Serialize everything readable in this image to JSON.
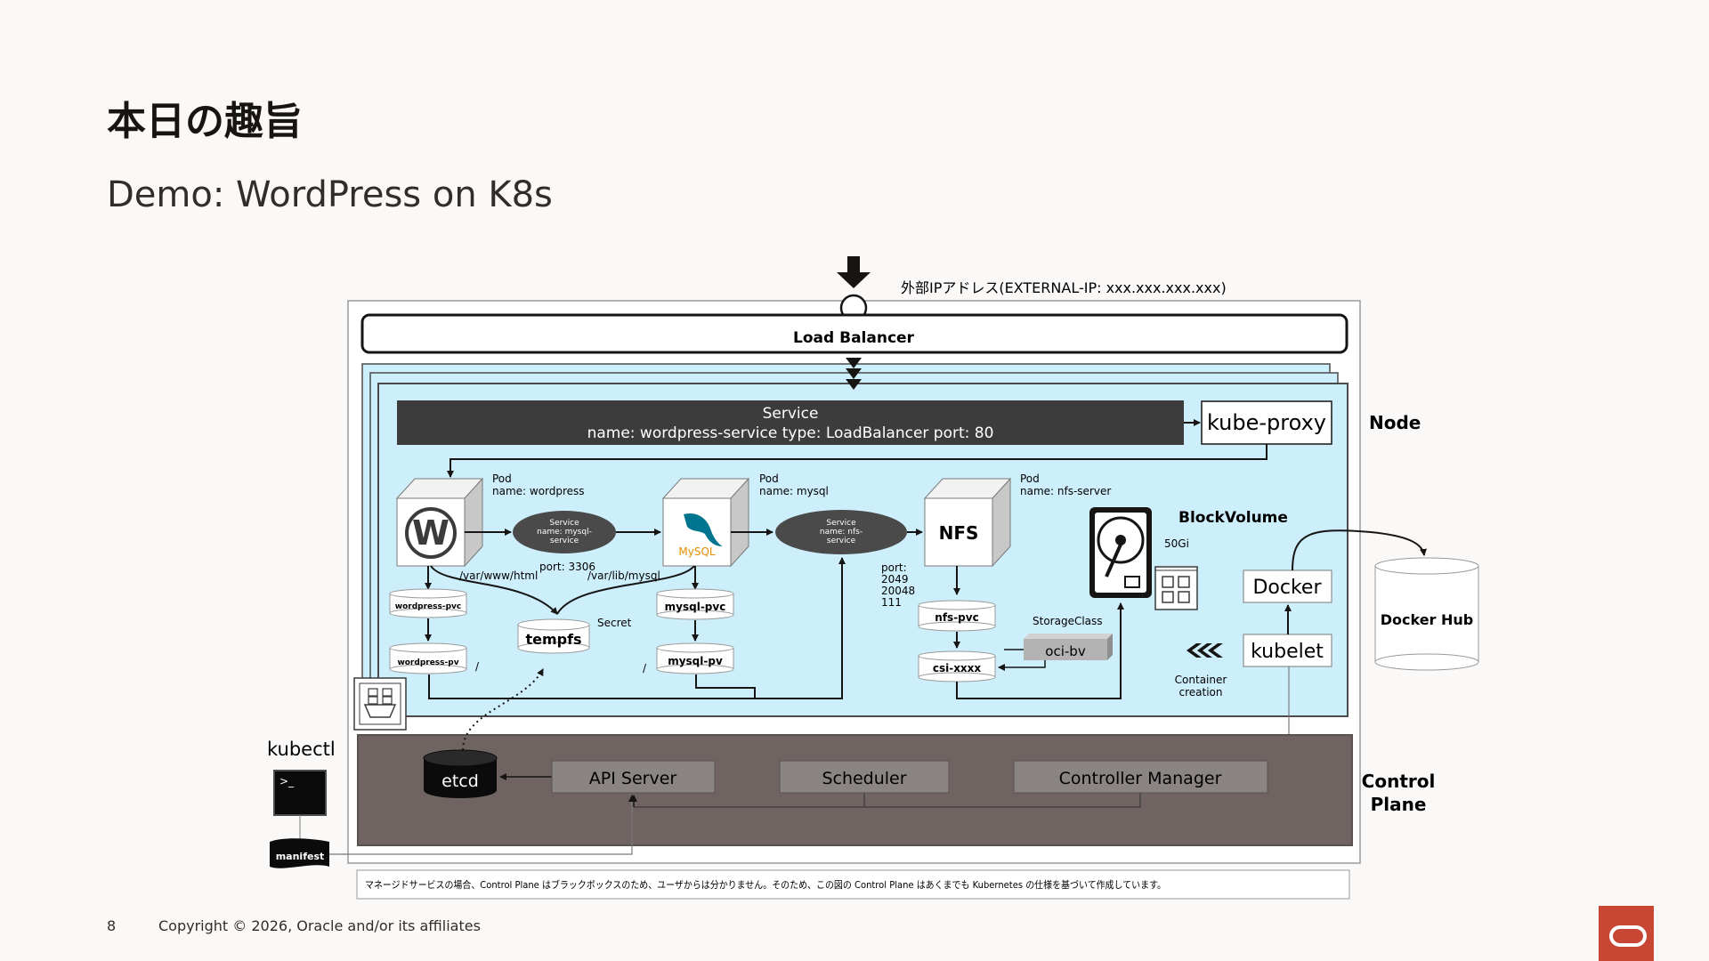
{
  "slide": {
    "title": "本日の趣旨",
    "subtitle": "Demo: WordPress on K8s",
    "page_number": "8",
    "copyright": "Copyright © 2026, Oracle and/or its affiliates"
  },
  "diagram": {
    "external_ip": "外部IPアドレス(EXTERNAL-IP: xxx.xxx.xxx.xxx)",
    "load_balancer": "Load Balancer",
    "service_line1": "Service",
    "service_line2": "name: wordpress-service type: LoadBalancer port: 80",
    "kube_proxy": "kube-proxy",
    "node_label": "Node",
    "pod_wordpress_1": "Pod",
    "pod_wordpress_2": "name: wordpress",
    "pod_mysql_1": "Pod",
    "pod_mysql_2": "name: mysql",
    "pod_nfs_1": "Pod",
    "pod_nfs_2": "name: nfs-server",
    "svc_mysql_1": "Service",
    "svc_mysql_2": "name: mysql-",
    "svc_mysql_3": "service",
    "svc_nfs_1": "Service",
    "svc_nfs_2": "name: nfs-",
    "svc_nfs_3": "service",
    "port_3306": "port: 3306",
    "path_html": "/var/www/html",
    "path_mysql": "/var/lib/mysql",
    "nfs_label": "NFS",
    "mysql_logo_text": "MySQL",
    "nfs_port_1": "port:",
    "nfs_port_2": "2049",
    "nfs_port_3": "20048",
    "nfs_port_4": "111",
    "block_volume": "BlockVolume",
    "block_size": "50Gi",
    "wordpress_pvc": "wordpress-pvc",
    "wordpress_pv": "wordpress-pv",
    "mysql_pvc": "mysql-pvc",
    "mysql_pv": "mysql-pv",
    "tempfs": "tempfs",
    "secret": "Secret",
    "slash_1": "/",
    "slash_2": "/",
    "nfs_pvc": "nfs-pvc",
    "csi": "csi-xxxx",
    "storage_class": "StorageClass",
    "oci_bv": "oci-bv",
    "docker": "Docker",
    "kubelet": "kubelet",
    "container_creation_1": "Container",
    "container_creation_2": "creation",
    "docker_hub": "Docker Hub",
    "kubectl": "kubectl",
    "terminal_prompt": ">_",
    "manifest": "manifest",
    "etcd": "etcd",
    "api_server": "API Server",
    "scheduler": "Scheduler",
    "controller_manager": "Controller Manager",
    "control_plane_1": "Control",
    "control_plane_2": "Plane",
    "note": "マネージドサービスの場合、Control Plane はブラックボックスのため、ユーザからは分かりません。そのため、この図の Control Plane はあくまでも Kubernetes の仕様を基づいて作成しています。"
  },
  "colors": {
    "node_fill": "#cdeefb",
    "service_bar": "#3c3c3c",
    "control_plane_fill": "#6f6462",
    "component_fill": "#8a8583",
    "oval_fill": "#4a4a4a",
    "logo_red": "#c74634"
  }
}
